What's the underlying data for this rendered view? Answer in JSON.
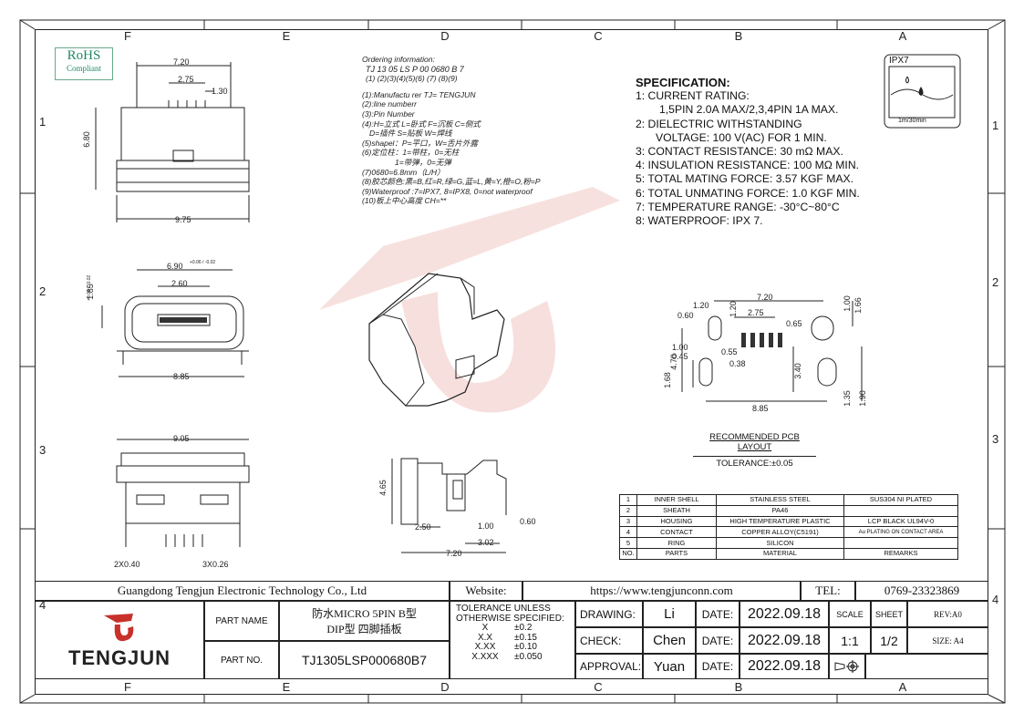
{
  "zones_top": [
    "F",
    "E",
    "D",
    "C",
    "B",
    "A"
  ],
  "zones_side": [
    "1",
    "2",
    "3",
    "4"
  ],
  "rohs": {
    "title": "RoHS",
    "sub": "Compliant"
  },
  "ordering": {
    "lines": [
      "Ordering information:",
      "TJ 13  05 LS P 00   0680  B  7",
      "(1) (2)(3)(4)(5)(6)  (7)  (8)(9)",
      "",
      "(1):Manufactu rer TJ= TENGJUN",
      "(2):line numberr",
      "(3):Pin Number",
      "(4):H=立式 L=卧式 F=沉板 C=侧式",
      "   D=插件 S=贴板 W=焊线",
      "(5)shapel：P=平口，W=舌片外露",
      "(6)定位柱：1=带柱，0=无柱",
      "        1=带弹，0=无弹",
      "(7)0680=6.8mm（L/H）",
      "(8)胶芯颜色:黑=B,红=R,绿=G,蓝=L,黄=Y,橙=O,粉=P",
      "(9)Waterproof :7=IPX7, 8=IPX8, 0=not waterproof",
      "(10)板上中心高度 CH=**"
    ]
  },
  "spec": {
    "title": "SPECIFICATION:",
    "lines": [
      {
        "t": "1: CURRENT RATING:",
        "c": ""
      },
      {
        "t": "1,5PIN 2.0A MAX/2,3,4PIN 1A MAX.",
        "c": "ind"
      },
      {
        "t": "2: DIELECTRIC WITHSTANDING",
        "c": ""
      },
      {
        "t": "VOLTAGE: 100 V(AC) FOR 1 MIN.",
        "c": "ind2"
      },
      {
        "t": "3: CONTACT RESISTANCE: 30 mΩ MAX.",
        "c": ""
      },
      {
        "t": "4: INSULATION RESISTANCE: 100 MΩ MIN.",
        "c": ""
      },
      {
        "t": "5: TOTAL MATING FORCE: 3.57 KGF MAX.",
        "c": ""
      },
      {
        "t": "6: TOTAL UNMATING FORCE: 1.0 KGF MIN.",
        "c": ""
      },
      {
        "t": "7: TEMPERATURE RANGE: -30°C~80°C",
        "c": ""
      },
      {
        "t": "8: WATERPROOF: IPX 7.",
        "c": ""
      }
    ]
  },
  "ipx": {
    "title": "IPX7",
    "depth": "1m/30min"
  },
  "dims": {
    "d720a": "7.20",
    "d275a": "2.75",
    "d130": "1.30",
    "d680": "6.80",
    "d975": "9.75",
    "d690": "6.90",
    "d690tol": "+0.06 / -0.02",
    "d185": "1.85",
    "d185tol": "+0.04 / -0.02",
    "d260": "2.60",
    "d885a": "8.85",
    "d905": "9.05",
    "d2x040": "2X0.40",
    "d3x026": "3X0.26",
    "d465": "4.65",
    "d250": "2.50",
    "d100": "1.00",
    "d060": "0.60",
    "d302": "3.02",
    "d720b": "7.20",
    "p120": "1.20",
    "p060": "0.60",
    "p120b": "1.20",
    "p720": "7.20",
    "p275": "2.75",
    "p065": "0.65",
    "p100": "1.00",
    "p166": "1.66",
    "p100b": "1.00",
    "p045": "0.45",
    "p055": "0.55",
    "p038": "0.38",
    "p470": "4.70",
    "p168": "1.68",
    "p340": "3.40",
    "p135": "1.35",
    "p190": "1.90",
    "p885": "8.85"
  },
  "pcb": {
    "title": "RECOMMENDED PCB LAYOUT",
    "tol": "TOLERANCE:±0.05"
  },
  "materials": {
    "rows": [
      [
        "1",
        "INNER SHELL",
        "STAINLESS STEEL",
        "SUS304 NI PLATED"
      ],
      [
        "2",
        "SHEATH",
        "PA46",
        ""
      ],
      [
        "3",
        "HOUSING",
        "HIGH TEMPERATURE PLASTIC",
        "LCP BLACK UL94V-0"
      ],
      [
        "4",
        "CONTACT",
        "COPPER ALLOY(C5191)",
        "Au PLATING ON CONTACT AREA"
      ],
      [
        "5",
        "RING",
        "SILICON",
        ""
      ]
    ],
    "header": [
      "NO.",
      "PARTS",
      "MATERIAL",
      "REMARKS"
    ]
  },
  "title_block": {
    "company": "Guangdong Tengjun Electronic Technology Co., Ltd",
    "website_label": "Website:",
    "website": "https://www.tengjunconn.com",
    "tel_label": "TEL:",
    "tel": "0769-23323869",
    "logo_text": "TENGJUN",
    "part_name_label": "PART NAME",
    "part_name_l1": "防水MICRO 5PIN B型",
    "part_name_l2": "DIP型 四脚插板",
    "part_no_label": "PART NO.",
    "part_no": "TJ1305LSP000680B7",
    "tol_l1": "TOLERANCE  UNLESS",
    "tol_l2": "OTHERWISE  SPECIFIED:",
    "tol_rows": [
      [
        "X",
        "±0.2"
      ],
      [
        "X.X",
        "±0.15"
      ],
      [
        "X.XX",
        "±0.10"
      ],
      [
        "X.XXX",
        "±0.050"
      ]
    ],
    "drawing_label": "DRAWING:",
    "drawing": "Li",
    "check_label": "CHECK:",
    "check": "Chen",
    "approval_label": "APPROVAL:",
    "approval": "Yuan",
    "date_label": "DATE:",
    "date1": "2022.09.18",
    "date2": "2022.09.18",
    "date3": "2022.09.18",
    "scale_label": "SCALE",
    "scale": "1:1",
    "sheet_label": "SHEET",
    "sheet": "1/2",
    "rev": "REV:A0",
    "size": "SIZE: A4"
  },
  "colors": {
    "logo_red": "#c8312a",
    "logo_dark": "#222222",
    "watermark": "#e8a7a0"
  }
}
